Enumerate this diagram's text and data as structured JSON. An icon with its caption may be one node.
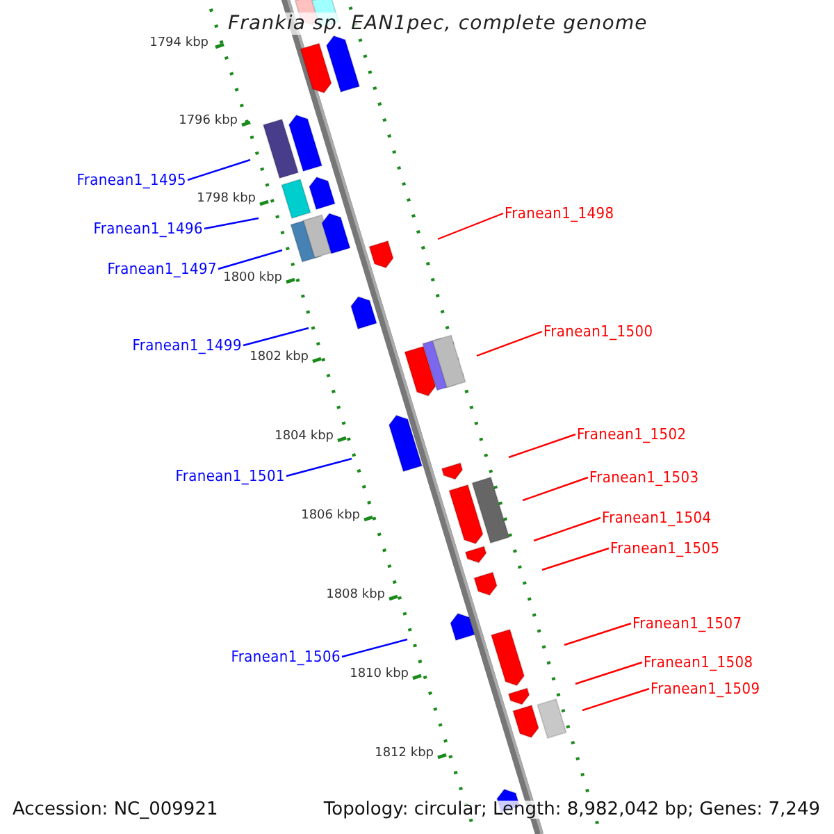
{
  "diagram": {
    "title": "Frankia sp. EAN1pec, complete genome",
    "nodes": [
      {
        "text": [
          "Franean1_1495"
        ]
      },
      {
        "text": [
          "Franean1_1498"
        ]
      },
      {
        "text": [
          "Franean1_1496"
        ]
      },
      {
        "text": [
          "Franean1_1497"
        ]
      },
      {
        "text": [
          "Franean1_1500"
        ]
      },
      {
        "text": [
          "Franean1_1499"
        ]
      },
      {
        "text": [
          "Franean1_1502"
        ]
      },
      {
        "text": [
          "Franean1_1501"
        ]
      },
      {
        "text": [
          "Franean1_1503"
        ]
      },
      {
        "text": [
          "Franean1_1504"
        ]
      },
      {
        "text": [
          "Franean1_1505"
        ]
      },
      {
        "text": [
          "Franean1_1507"
        ]
      },
      {
        "text": [
          "Franean1_1506"
        ]
      },
      {
        "text": [
          "Franean1_1508"
        ]
      },
      {
        "text": [
          "Franean1_1509"
        ]
      }
    ],
    "edges": [
      {
        "from": 0,
        "to": null,
        "arrow": "none",
        "color": "#0000ff"
      },
      {
        "from": 1,
        "to": null,
        "arrow": "none"
      },
      {
        "from": 2,
        "to": null,
        "arrow": "none",
        "color": "#0000ff"
      },
      {
        "from": 3,
        "to": null,
        "arrow": "none",
        "color": "#0000ff"
      },
      {
        "from": 4,
        "to": null,
        "arrow": "none"
      },
      {
        "from": 5,
        "to": null,
        "arrow": "none",
        "color": "#0000ff"
      },
      {
        "from": 6,
        "to": null,
        "arrow": "none"
      },
      {
        "from": 7,
        "to": null,
        "arrow": "none",
        "color": "#0000ff"
      },
      {
        "from": 8,
        "to": null,
        "arrow": "none"
      },
      {
        "from": 9,
        "to": null,
        "arrow": "none"
      },
      {
        "from": 10,
        "to": null,
        "arrow": "none"
      },
      {
        "from": 11,
        "to": null,
        "arrow": "none"
      },
      {
        "from": 12,
        "to": null,
        "arrow": "none",
        "color": "#0000ff"
      },
      {
        "from": 13,
        "to": null,
        "arrow": "none"
      },
      {
        "from": 14,
        "to": null,
        "arrow": "none"
      }
    ],
    "labels": [
      "1794 kbp",
      "1796 kbp",
      "1798 kbp",
      "1800 kbp",
      "1802 kbp",
      "1804 kbp",
      "1806 kbp",
      "1808 kbp",
      "1810 kbp",
      "1812 kbp",
      "Accession: NC_009921",
      "Topology: circular; Length: 8,982,042 bp; Genes: 7,249"
    ]
  }
}
